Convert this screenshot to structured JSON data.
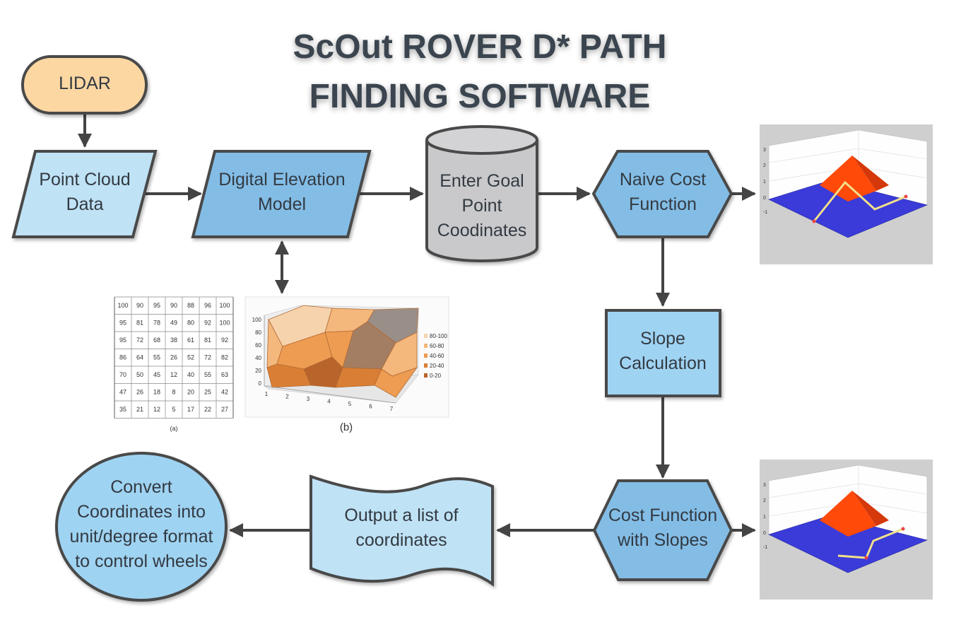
{
  "title": {
    "line1": "ScOut ROVER D* PATH",
    "line2": "FINDING SOFTWARE"
  },
  "nodes": {
    "lidar": "LIDAR",
    "point_cloud": [
      "Point Cloud",
      "Data"
    ],
    "dem": [
      "Digital Elevation",
      "Model"
    ],
    "goal": [
      "Enter Goal",
      "Point",
      "Coodinates"
    ],
    "naive_cost": [
      "Naive Cost",
      "Function"
    ],
    "slope": [
      "Slope",
      "Calculation"
    ],
    "cost_slopes": [
      "Cost Function",
      "with Slopes"
    ],
    "output": [
      "Output a list of",
      "coordinates"
    ],
    "convert": [
      "Convert",
      "Coordinates into",
      "unit/degree format",
      "to control wheels"
    ]
  },
  "elevation_table": {
    "rows": [
      [
        "100",
        "90",
        "95",
        "90",
        "88",
        "96",
        "100"
      ],
      [
        "95",
        "81",
        "78",
        "49",
        "80",
        "92",
        "100"
      ],
      [
        "95",
        "72",
        "68",
        "38",
        "61",
        "81",
        "92"
      ],
      [
        "86",
        "64",
        "55",
        "26",
        "52",
        "72",
        "82"
      ],
      [
        "70",
        "50",
        "45",
        "12",
        "40",
        "55",
        "63"
      ],
      [
        "47",
        "26",
        "18",
        "8",
        "20",
        "25",
        "42"
      ],
      [
        "35",
        "21",
        "12",
        "5",
        "17",
        "22",
        "27"
      ]
    ],
    "caption": "(a)"
  },
  "surface_plot": {
    "caption": "(b)",
    "y_ticks": [
      "100",
      "80",
      "60",
      "40",
      "20",
      "0"
    ],
    "x_ticks": [
      "1",
      "2",
      "3",
      "4",
      "5",
      "6",
      "7"
    ],
    "legend": [
      {
        "label": "80-100",
        "color": "#f7d3ad"
      },
      {
        "label": "60-80",
        "color": "#f4b77c"
      },
      {
        "label": "40-60",
        "color": "#ee9c52"
      },
      {
        "label": "20-40",
        "color": "#d97f35"
      },
      {
        "label": "0-20",
        "color": "#b9642a"
      }
    ]
  },
  "colors": {
    "lidar_fill": "#fcd7a2",
    "light_blue": "#bfe2f5",
    "mid_blue": "#83bde6",
    "sky_blue": "#9fd3f2",
    "cylinder_fill": "#c9c9cb"
  }
}
